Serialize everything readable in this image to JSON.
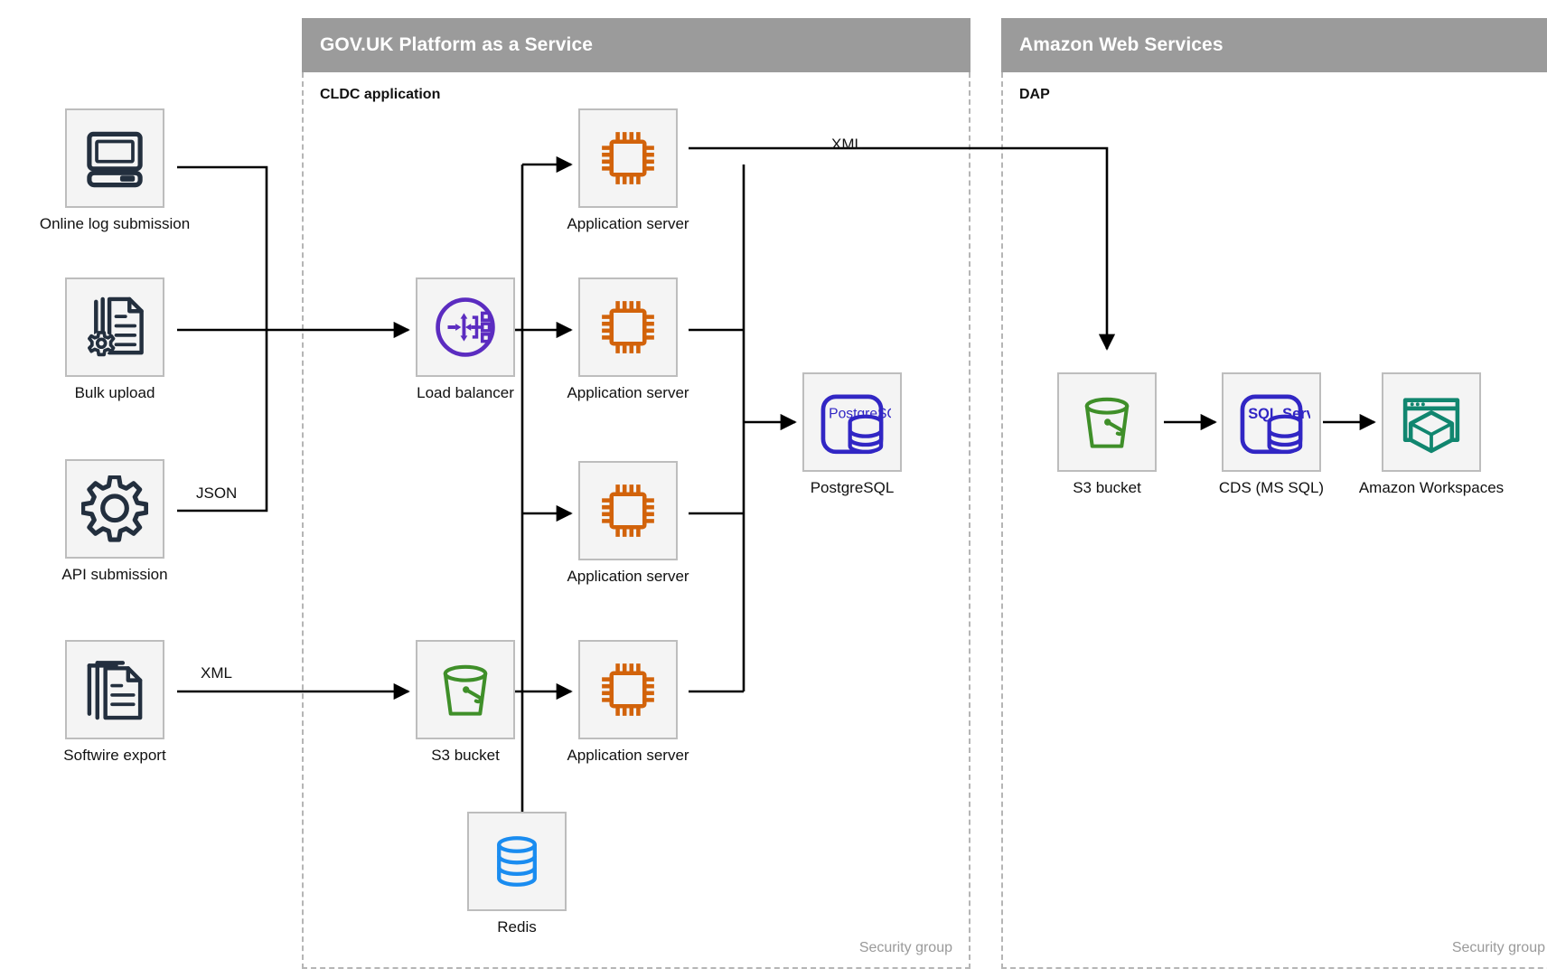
{
  "groups": [
    {
      "id": "govuk-paas",
      "title": "GOV.UK Platform as a Service",
      "subgroup_label": "CLDC application",
      "security_group_label": "Security group"
    },
    {
      "id": "aws",
      "title": "Amazon Web Services",
      "subgroup_label": "DAP",
      "security_group_label": "Security group"
    }
  ],
  "nodes": {
    "online_log_submission": {
      "label": "Online log submission",
      "icon": "desktop-computer-icon"
    },
    "bulk_upload": {
      "label": "Bulk upload",
      "icon": "document-gear-icon"
    },
    "api_submission": {
      "label": "API submission",
      "icon": "gear-icon"
    },
    "softwire_export": {
      "label": "Softwire export",
      "icon": "documents-stack-icon"
    },
    "load_balancer": {
      "label": "Load balancer",
      "icon": "load-balancer-icon"
    },
    "s3_bucket_paas": {
      "label": "S3 bucket",
      "icon": "s3-bucket-icon"
    },
    "app_server_1": {
      "label": "Application server",
      "icon": "cpu-chip-icon"
    },
    "app_server_2": {
      "label": "Application server",
      "icon": "cpu-chip-icon"
    },
    "app_server_3": {
      "label": "Application server",
      "icon": "cpu-chip-icon"
    },
    "app_server_4": {
      "label": "Application server",
      "icon": "cpu-chip-icon"
    },
    "redis": {
      "label": "Redis",
      "icon": "redis-database-icon"
    },
    "postgresql": {
      "label": "PostgreSQL",
      "icon": "postgresql-icon",
      "icon_text": "PostgreSQL"
    },
    "s3_bucket_aws": {
      "label": "S3 bucket",
      "icon": "s3-bucket-icon"
    },
    "cds_ms_sql": {
      "label": "CDS (MS SQL)",
      "icon": "sql-server-icon",
      "icon_text": "SQL Server"
    },
    "amazon_workspaces": {
      "label": "Amazon Workspaces",
      "icon": "amazon-workspaces-icon"
    }
  },
  "edge_labels": {
    "json": "JSON",
    "xml_softwire": "XML",
    "xml_to_s3": "XML"
  },
  "colors": {
    "header_gray": "#9b9b9b",
    "tile_fill": "#f4f4f4",
    "tile_border": "#bdbdbd",
    "dashed_border": "#b5b5b5",
    "icon_navy": "#232f3e",
    "icon_orange": "#d2630b",
    "icon_purple": "#5b2cc0",
    "icon_green": "#3f8f29",
    "icon_blue": "#1a8cf0",
    "icon_indigo": "#3126c4",
    "icon_teal": "#11866f",
    "edge_black": "#000000",
    "muted_text": "#9a9a9a"
  }
}
